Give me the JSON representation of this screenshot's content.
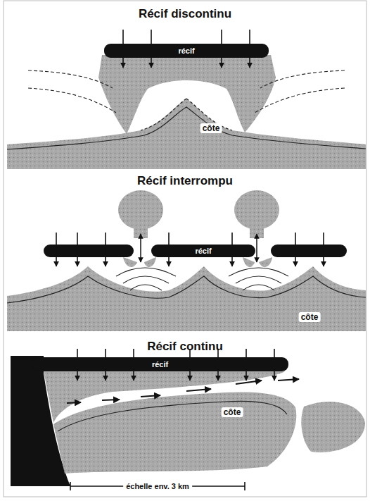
{
  "diagram": {
    "nodes": [
      {
        "text": [
          "récif"
        ]
      },
      {
        "text": [
          "récif"
        ]
      },
      {
        "text": [
          "récif"
        ]
      }
    ],
    "labels": [
      "Récif discontinu",
      "côte",
      "Récif interrompu",
      "côte",
      "Récif continu",
      "côte",
      "échelle env. 3 km"
    ]
  }
}
